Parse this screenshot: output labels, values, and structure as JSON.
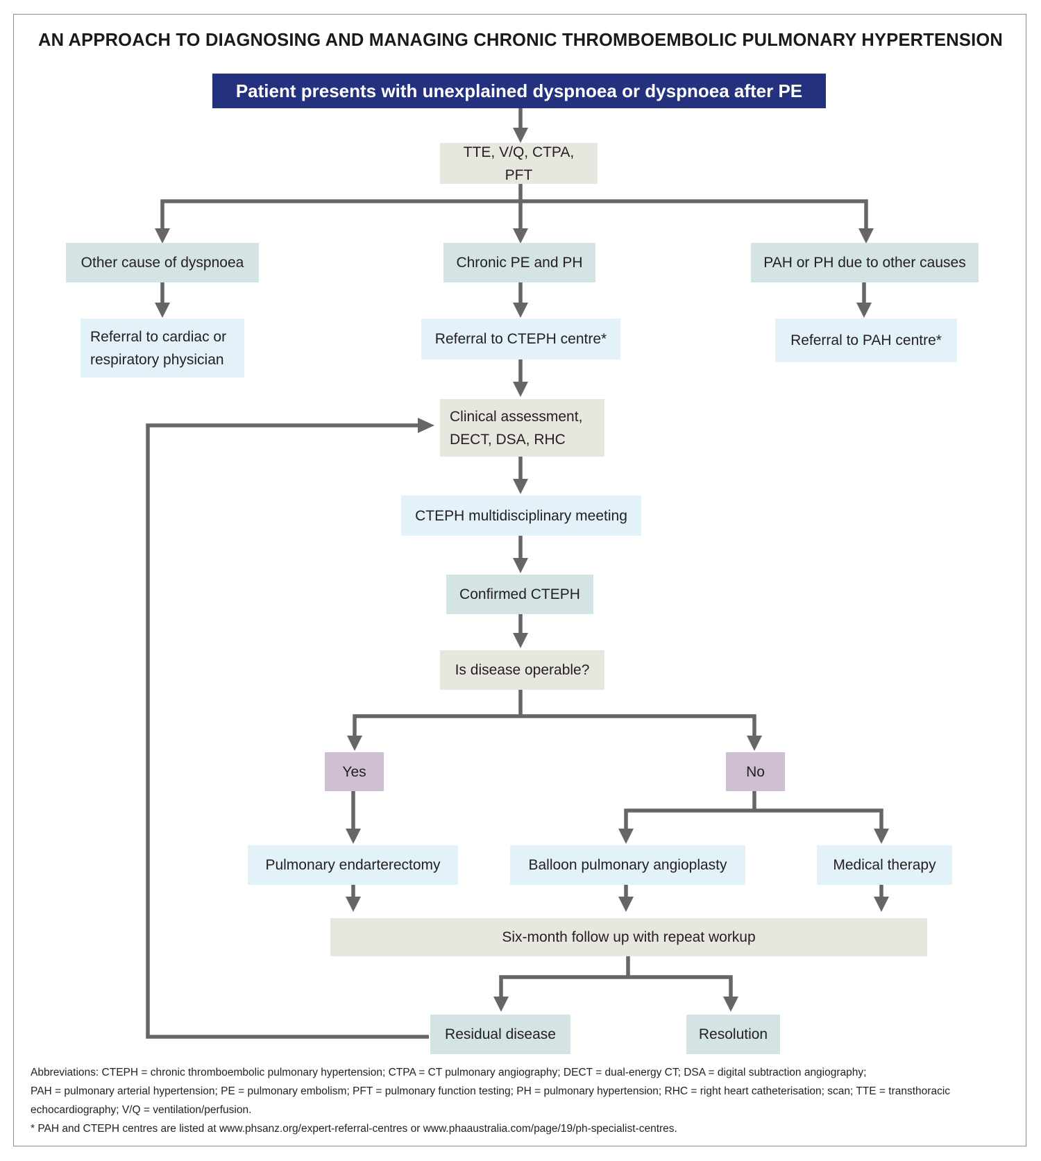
{
  "title": "AN APPROACH TO DIAGNOSING AND MANAGING CHRONIC THROMBOEMBOLIC PULMONARY HYPERTENSION",
  "nodes": {
    "start": "Patient presents with unexplained dyspnoea or dyspnoea after PE",
    "initial_tests": "TTE, V/Q, CTPA, PFT",
    "other_cause": "Other cause of dyspnoea",
    "chronic_pe": "Chronic PE and PH",
    "pah_other": "PAH or PH due to other causes",
    "referral_cardiac_line1": "Referral to cardiac or",
    "referral_cardiac_line2": "respiratory physician",
    "referral_cteph": "Referral to CTEPH centre*",
    "referral_pah": "Referral to PAH centre*",
    "clinical_line1": "Clinical assessment,",
    "clinical_line2": "DECT, DSA, RHC",
    "mdt": "CTEPH multidisciplinary meeting",
    "confirmed": "Confirmed CTEPH",
    "operable": "Is disease operable?",
    "yes": "Yes",
    "no": "No",
    "pea": "Pulmonary endarterectomy",
    "bpa": "Balloon pulmonary angioplasty",
    "medical": "Medical therapy",
    "followup": "Six-month follow up with repeat workup",
    "residual": "Residual disease",
    "resolution": "Resolution"
  },
  "footer": {
    "abbrev_line1": "Abbreviations: CTEPH = chronic thromboembolic pulmonary hypertension; CTPA = CT pulmonary angiography; DECT = dual-energy CT; DSA = digital subtraction angiography;",
    "abbrev_line2": "PAH = pulmonary arterial hypertension; PE = pulmonary embolism; PFT = pulmonary function testing; PH = pulmonary hypertension; RHC = right heart catheterisation; scan; TTE = transthoracic",
    "abbrev_line3": "echocardiography; V/Q = ventilation/perfusion.",
    "note": "* PAH and CTEPH centres are listed at www.phsanz.org/expert-referral-centres or www.phaaustralia.com/page/19/ph-specialist-centres."
  },
  "colors": {
    "start_box": "#23317f",
    "beige_box": "#e8e7df",
    "teal_box": "#d4e3e4",
    "blue_box": "#e3f1f9",
    "purple_box": "#cfbfd3",
    "connector": "#666669"
  }
}
